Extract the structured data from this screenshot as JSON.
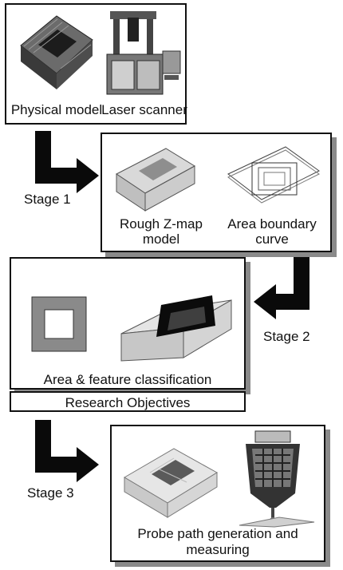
{
  "stage1": {
    "physical_model": "Physical model",
    "laser_scanner": "Laser scanner"
  },
  "stage_labels": {
    "stage1": "Stage 1",
    "stage2": "Stage 2",
    "stage3": "Stage 3"
  },
  "stage1_output": {
    "rough_zmap_line1": "Rough Z-map",
    "rough_zmap_line2": "model",
    "area_boundary_line1": "Area boundary",
    "area_boundary_line2": "curve"
  },
  "stage2": {
    "classification": "Area & feature classification",
    "research_objectives": "Research Objectives"
  },
  "stage3": {
    "probe_path_line1": "Probe path generation and",
    "probe_path_line2": "measuring"
  }
}
